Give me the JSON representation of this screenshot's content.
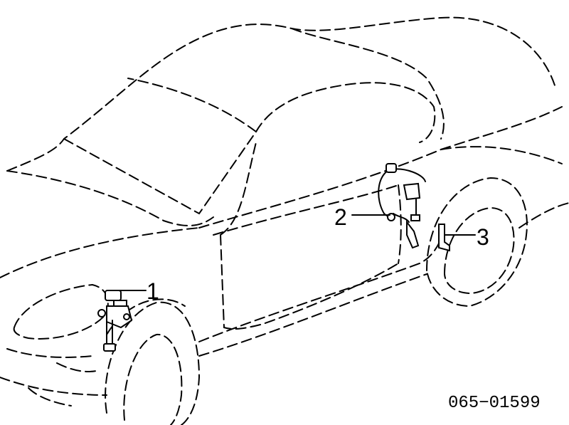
{
  "callouts": [
    {
      "id": "1",
      "label": "1"
    },
    {
      "id": "2",
      "label": "2"
    },
    {
      "id": "3",
      "label": "3"
    }
  ],
  "diagram_code": "065−01599"
}
